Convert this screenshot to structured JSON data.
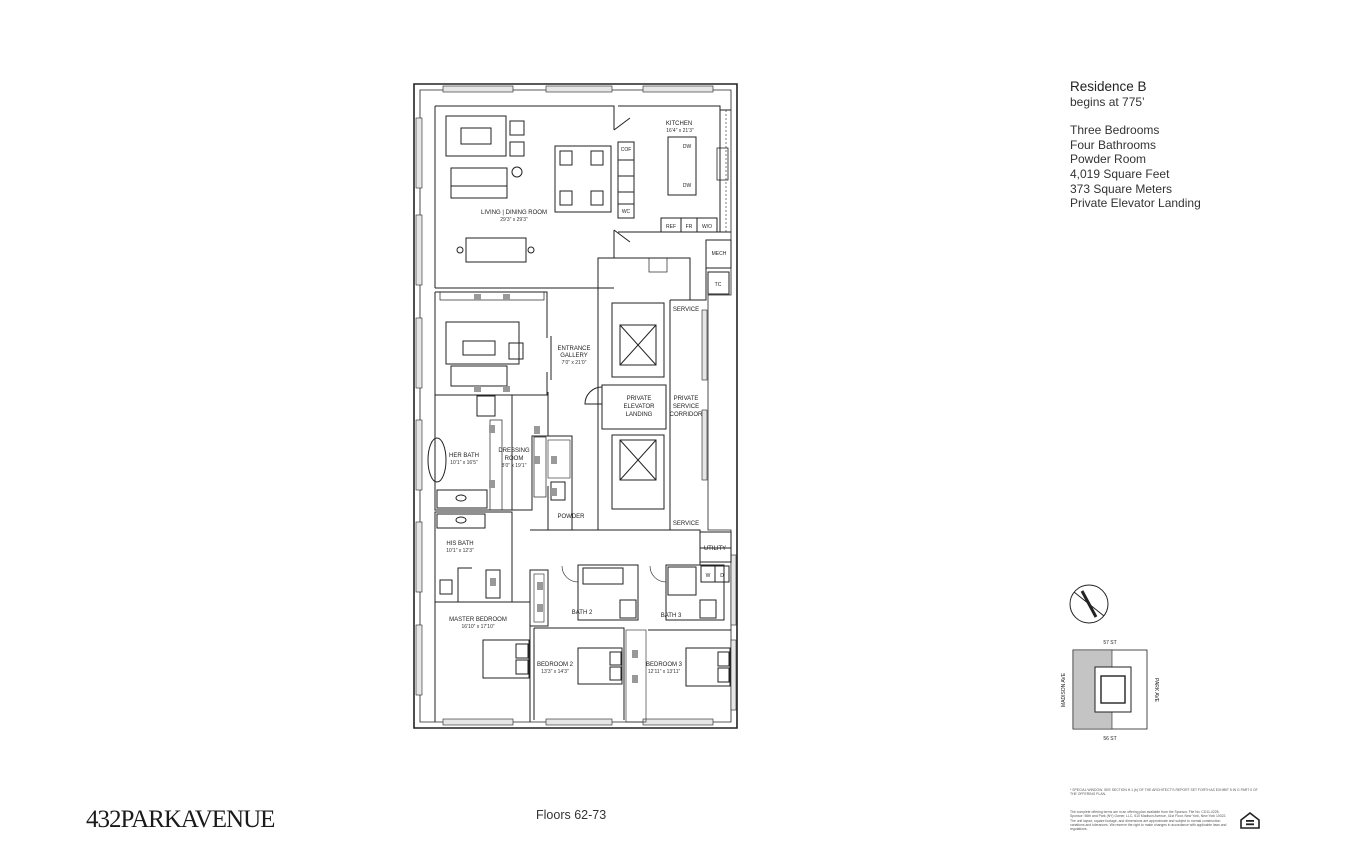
{
  "residence": {
    "title": "Residence B",
    "subtitle": "begins at 775’",
    "features": [
      "Three Bedrooms",
      "Four Bathrooms",
      "Powder Room",
      "4,019 Square Feet",
      "373 Square Meters",
      "Private Elevator Landing"
    ]
  },
  "brand": {
    "logo_text": "432PARKAVENUE"
  },
  "floors_label": "Floors 62-73",
  "rooms": {
    "kitchen": {
      "name": "KITCHEN",
      "dim": "16’4” x 21’3”"
    },
    "living": {
      "name": "LIVING | DINING ROOM",
      "dim": "29’3” x 29’3”"
    },
    "gallery": {
      "name1": "ENTRANCE",
      "name2": "GALLERY",
      "dim": "7’0” x 21’0”"
    },
    "elevator_landing": {
      "l1": "PRIVATE",
      "l2": "ELEVATOR",
      "l3": "LANDING"
    },
    "service_corridor": {
      "l1": "PRIVATE",
      "l2": "SERVICE",
      "l3": "CORRIDOR"
    },
    "service_top": "SERVICE",
    "service_bottom": "SERVICE",
    "her_bath": {
      "name": "HER BATH",
      "dim": "10’1” x 16’5”"
    },
    "dressing": {
      "name1": "DRESSING",
      "name2": "ROOM",
      "dim": "8’0” x 19’1”"
    },
    "powder": "POWDER",
    "his_bath": {
      "name": "HIS BATH",
      "dim": "10’1” x 12’3”"
    },
    "utility": "UTILITY",
    "bath2": "BATH 2",
    "bath3": "BATH 3",
    "master": {
      "name": "MASTER BEDROOM",
      "dim": "16’10” x 17’10”"
    },
    "bedroom2": {
      "name": "BEDROOM 2",
      "dim": "13’3” x 14’3”"
    },
    "bedroom3": {
      "name": "BEDROOM 3",
      "dim": "12’11” x 13’11”"
    }
  },
  "fixtures": {
    "cof": "COF",
    "wc": "WC",
    "dw1": "DW",
    "dw2": "DW",
    "ref": "REF",
    "fr": "FR",
    "wo": "W/O",
    "mech": "MECH",
    "tc": "TC",
    "w": "W",
    "d": "D"
  },
  "site_plan": {
    "north": "57 ST",
    "south": "56 ST",
    "west": "MADISON AVE",
    "east": "PARK AVE"
  },
  "fine_print": {
    "footnote": "* SPECIAL WINDOW. SEE SECTION H.1 (b) OF THE ARCHITECT’S REPORT SET FORTH AS EXHIBIT 5 IN G PART II OF THE OFFERING PLAN.",
    "disclaimer": "The complete offering terms are in an offering plan available from the Sponsor. File No. CD11-0228. Sponsor: 56th and Park (NY) Owner, LLC, 510 Madison Avenue, 41st Floor, New York, New York 10022. The unit layout, square footage, and dimensions are approximate and subject to normal construction variations and tolerances. We reserve the right to make changes in accordance with applicable laws and regulations."
  },
  "colors": {
    "line": "#222222",
    "fill_gray": "#b8b8b8",
    "window_gray": "#999999"
  }
}
